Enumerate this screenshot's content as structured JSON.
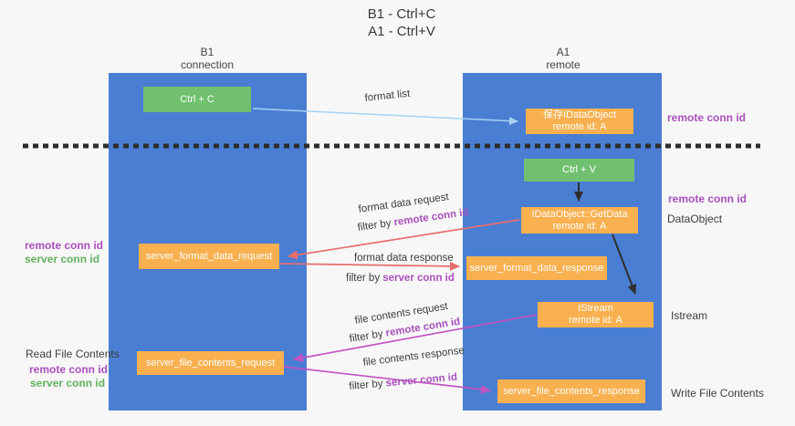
{
  "title": {
    "line1": "B1 - Ctrl+C",
    "line2": "A1 - Ctrl+V"
  },
  "columns": {
    "left": {
      "name": "B1",
      "role": "connection"
    },
    "right": {
      "name": "A1",
      "role": "remote"
    }
  },
  "boxes": {
    "ctrl_c": {
      "label": "Ctrl + C"
    },
    "save_idataobject": {
      "line1": "保存IDataObject",
      "line2": "remote id: A"
    },
    "ctrl_v": {
      "label": "Ctrl + V"
    },
    "idataobject_getdata": {
      "line1": "IDataObject::GetData",
      "line2": "remote id: A"
    },
    "server_format_data_request": {
      "label": "server_format_data_request"
    },
    "server_format_data_response": {
      "label": "server_format_data_response"
    },
    "istream": {
      "line1": "IStream",
      "line2": "remote id: A"
    },
    "server_file_contents_request": {
      "label": "server_file_contents_request"
    },
    "server_file_contents_response": {
      "label": "server_file_contents_response"
    }
  },
  "arrow_labels": {
    "format_list": "format list",
    "format_data_request": "format data request",
    "format_data_response": "format data response",
    "file_contents_request": "file contents request",
    "file_contents_response": "file contents response",
    "filter_by": "filter by ",
    "remote_conn_id": "remote conn id",
    "server_conn_id": "server conn id"
  },
  "side_labels": {
    "remote_conn_id": "remote conn id",
    "server_conn_id": "server conn id",
    "read_file_contents": "Read File Contents",
    "write_file_contents": "Write File Contents",
    "dataobject": "DataObject",
    "istream": "Istream"
  },
  "colors": {
    "column_blue": "#4a7ed2",
    "box_orange": "#f9b04f",
    "box_green": "#71c06f",
    "text_purple": "#aa50be",
    "text_green": "#63b15f",
    "arrow_salmon": "#e66e6e",
    "arrow_magenta": "#c353c3",
    "arrow_lightblue": "#a6d2f2",
    "arrow_black": "#2f2f2f",
    "background": "#f7f7f7"
  }
}
